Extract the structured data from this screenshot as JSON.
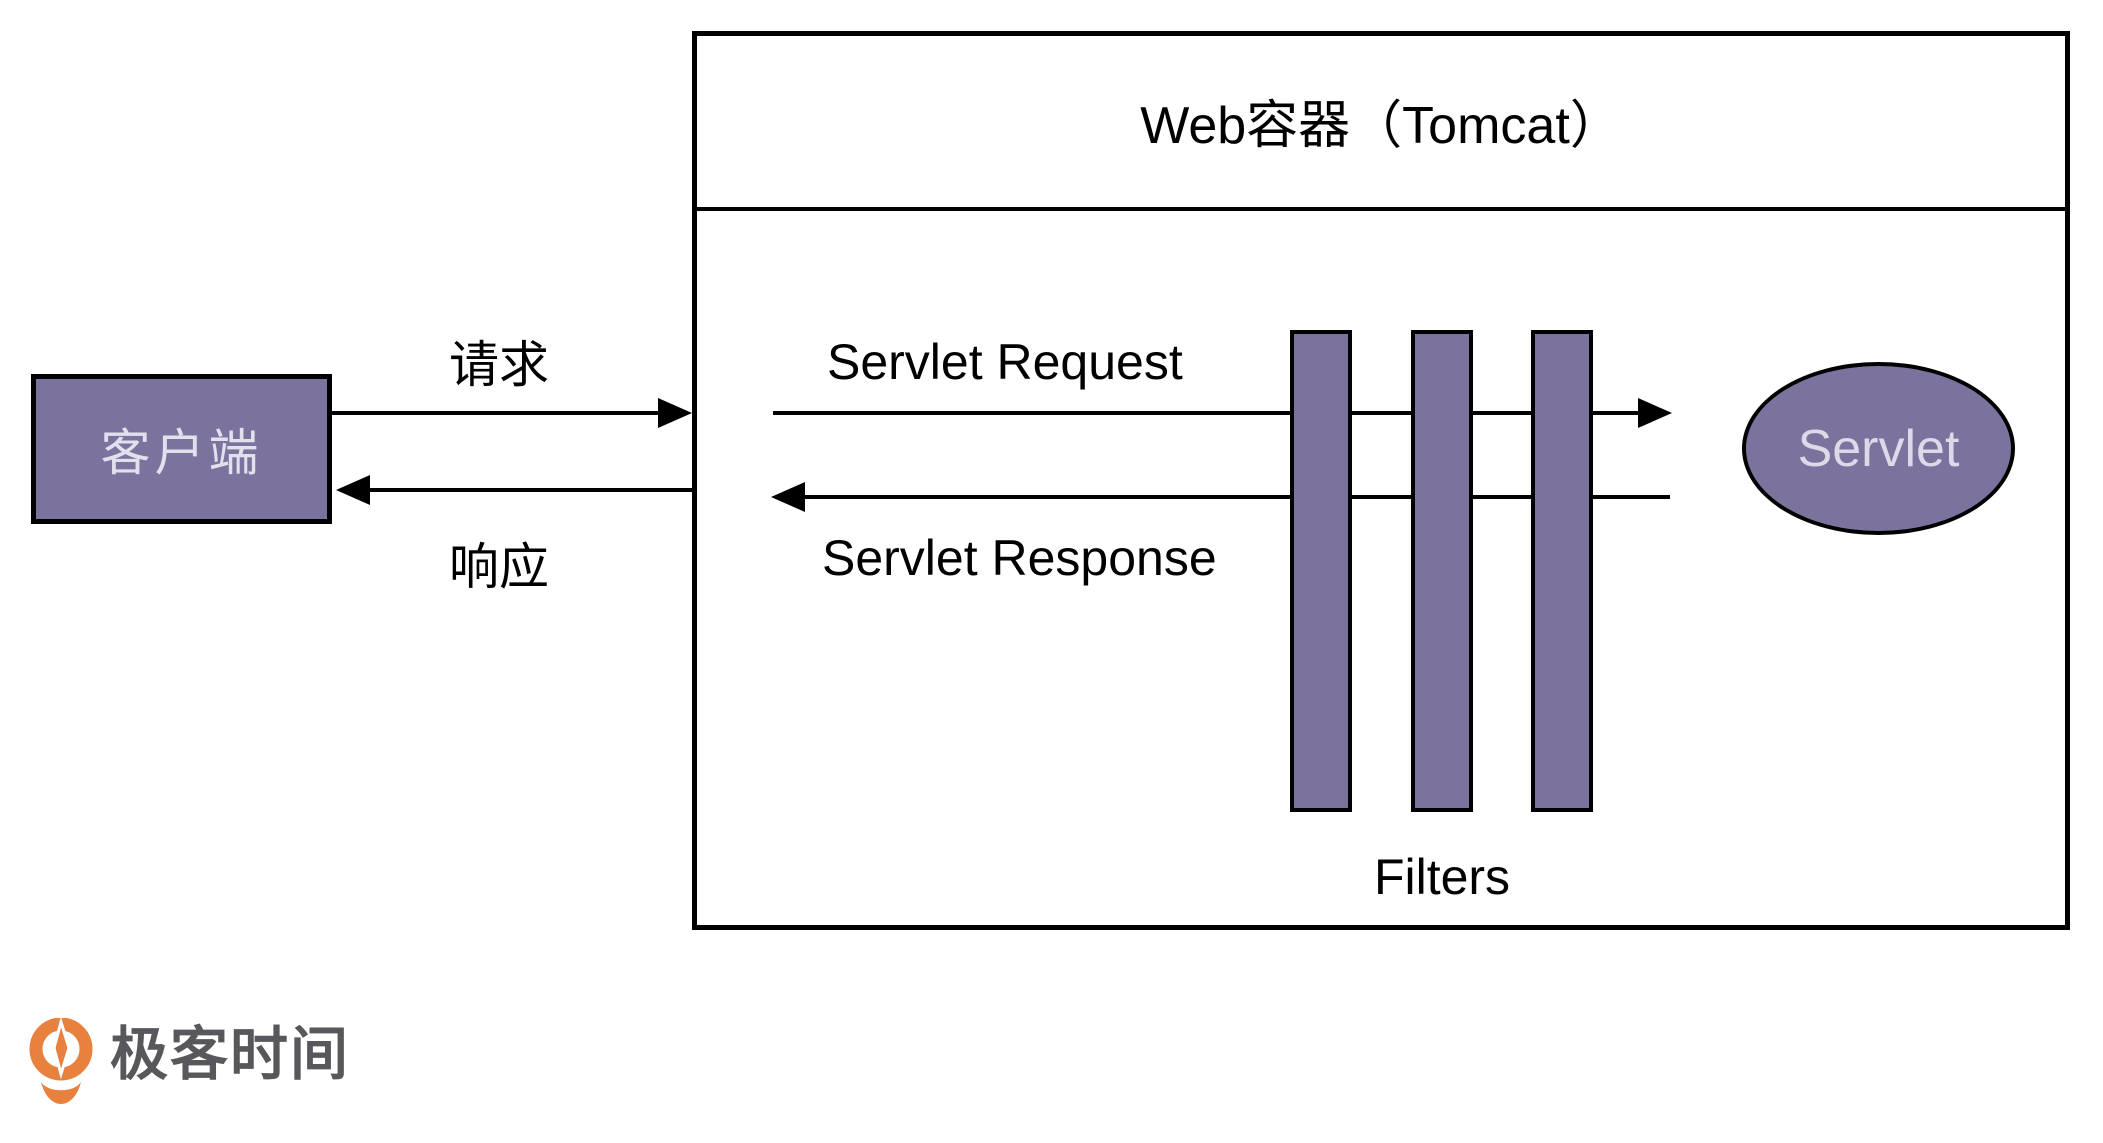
{
  "diagram": {
    "client": {
      "label": "客户端"
    },
    "outer_arrows": {
      "request_label": "请求",
      "response_label": "响应"
    },
    "web_container": {
      "title": "Web容器（Tomcat）",
      "servlet_request_label": "Servlet Request",
      "servlet_response_label": "Servlet Response",
      "filters_label": "Filters",
      "filter_bar_count": 3,
      "servlet_label": "Servlet"
    },
    "colors": {
      "shape_fill": "#7B739E",
      "shape_text": "#E3E0ED",
      "line": "#000000",
      "background": "#FFFFFF"
    }
  },
  "footer": {
    "logo_text": "极客时间",
    "logo_icon": "geektime-logo-icon",
    "logo_orange": "#E8803E",
    "logo_text_color": "#58575C"
  }
}
